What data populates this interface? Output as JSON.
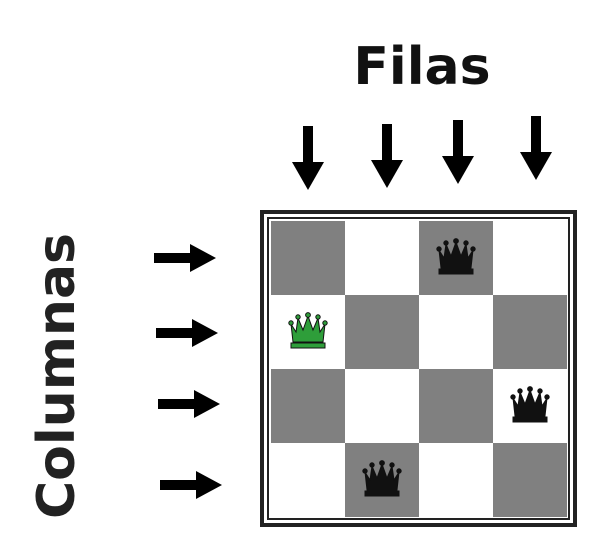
{
  "labels": {
    "top": "Filas",
    "side": "Columnas"
  },
  "board": {
    "size": 4,
    "queens": [
      {
        "row": 0,
        "col": 2,
        "color": "black"
      },
      {
        "row": 1,
        "col": 0,
        "color": "green"
      },
      {
        "row": 2,
        "col": 3,
        "color": "black"
      },
      {
        "row": 3,
        "col": 1,
        "color": "black"
      }
    ],
    "colors": {
      "dark_square": "#808080",
      "light_square": "#ffffff",
      "frame": "#222222",
      "queen_black": "#111111",
      "queen_green": "#2e9e3a"
    }
  },
  "arrows": {
    "top_count": 4,
    "side_count": 4,
    "icon": "arrow-icon"
  }
}
